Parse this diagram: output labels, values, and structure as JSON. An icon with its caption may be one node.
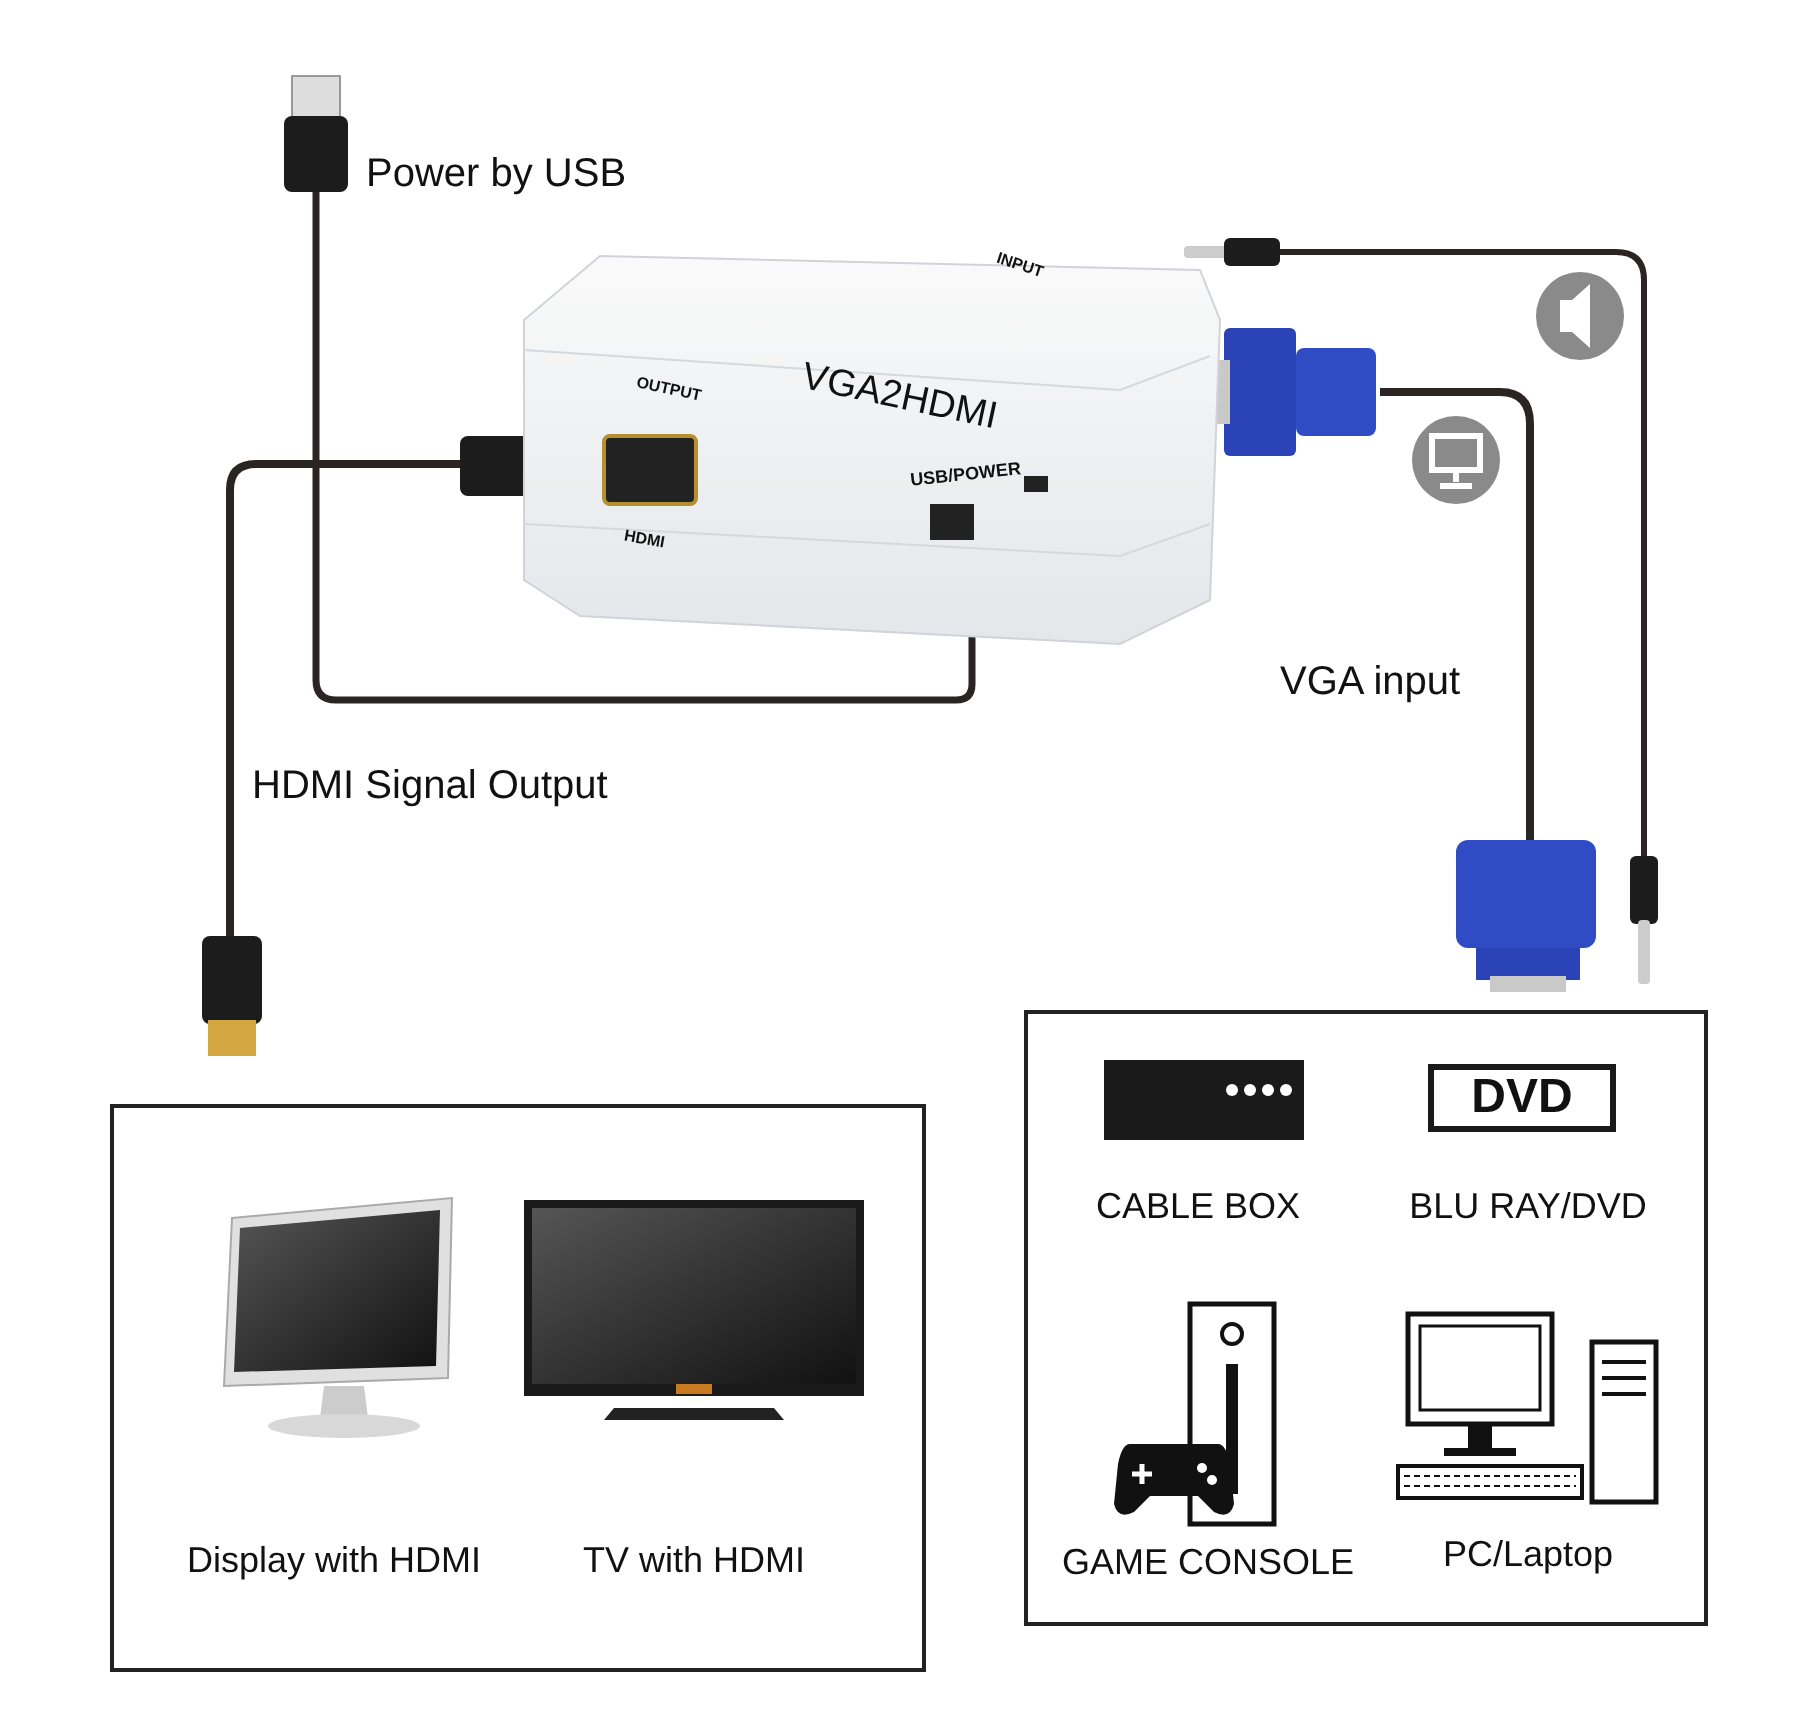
{
  "diagram": {
    "nodes": [
      {
        "text": [],
        "shape": "box"
      },
      {
        "text": [
          "Display with HDMI"
        ],
        "in": 0
      },
      {
        "text": [
          "TV with HDMI"
        ],
        "in": 0
      },
      {
        "text": [],
        "shape": "box"
      },
      {
        "text": [
          "CABLE BOX"
        ],
        "in": 3
      },
      {
        "text": [
          "DVD",
          "BLU RAY/DVD"
        ],
        "in": 3
      },
      {
        "text": [
          "GAME CONSOLE"
        ],
        "in": 3
      },
      {
        "text": [
          "PC/Laptop"
        ],
        "in": 3
      }
    ],
    "labels": [
      "Power by USB",
      "INPUT",
      "VGA2HDMI",
      "OUTPUT",
      "USB/POWER",
      "HDMI",
      "VGA input",
      "HDMI Signal Output"
    ]
  }
}
